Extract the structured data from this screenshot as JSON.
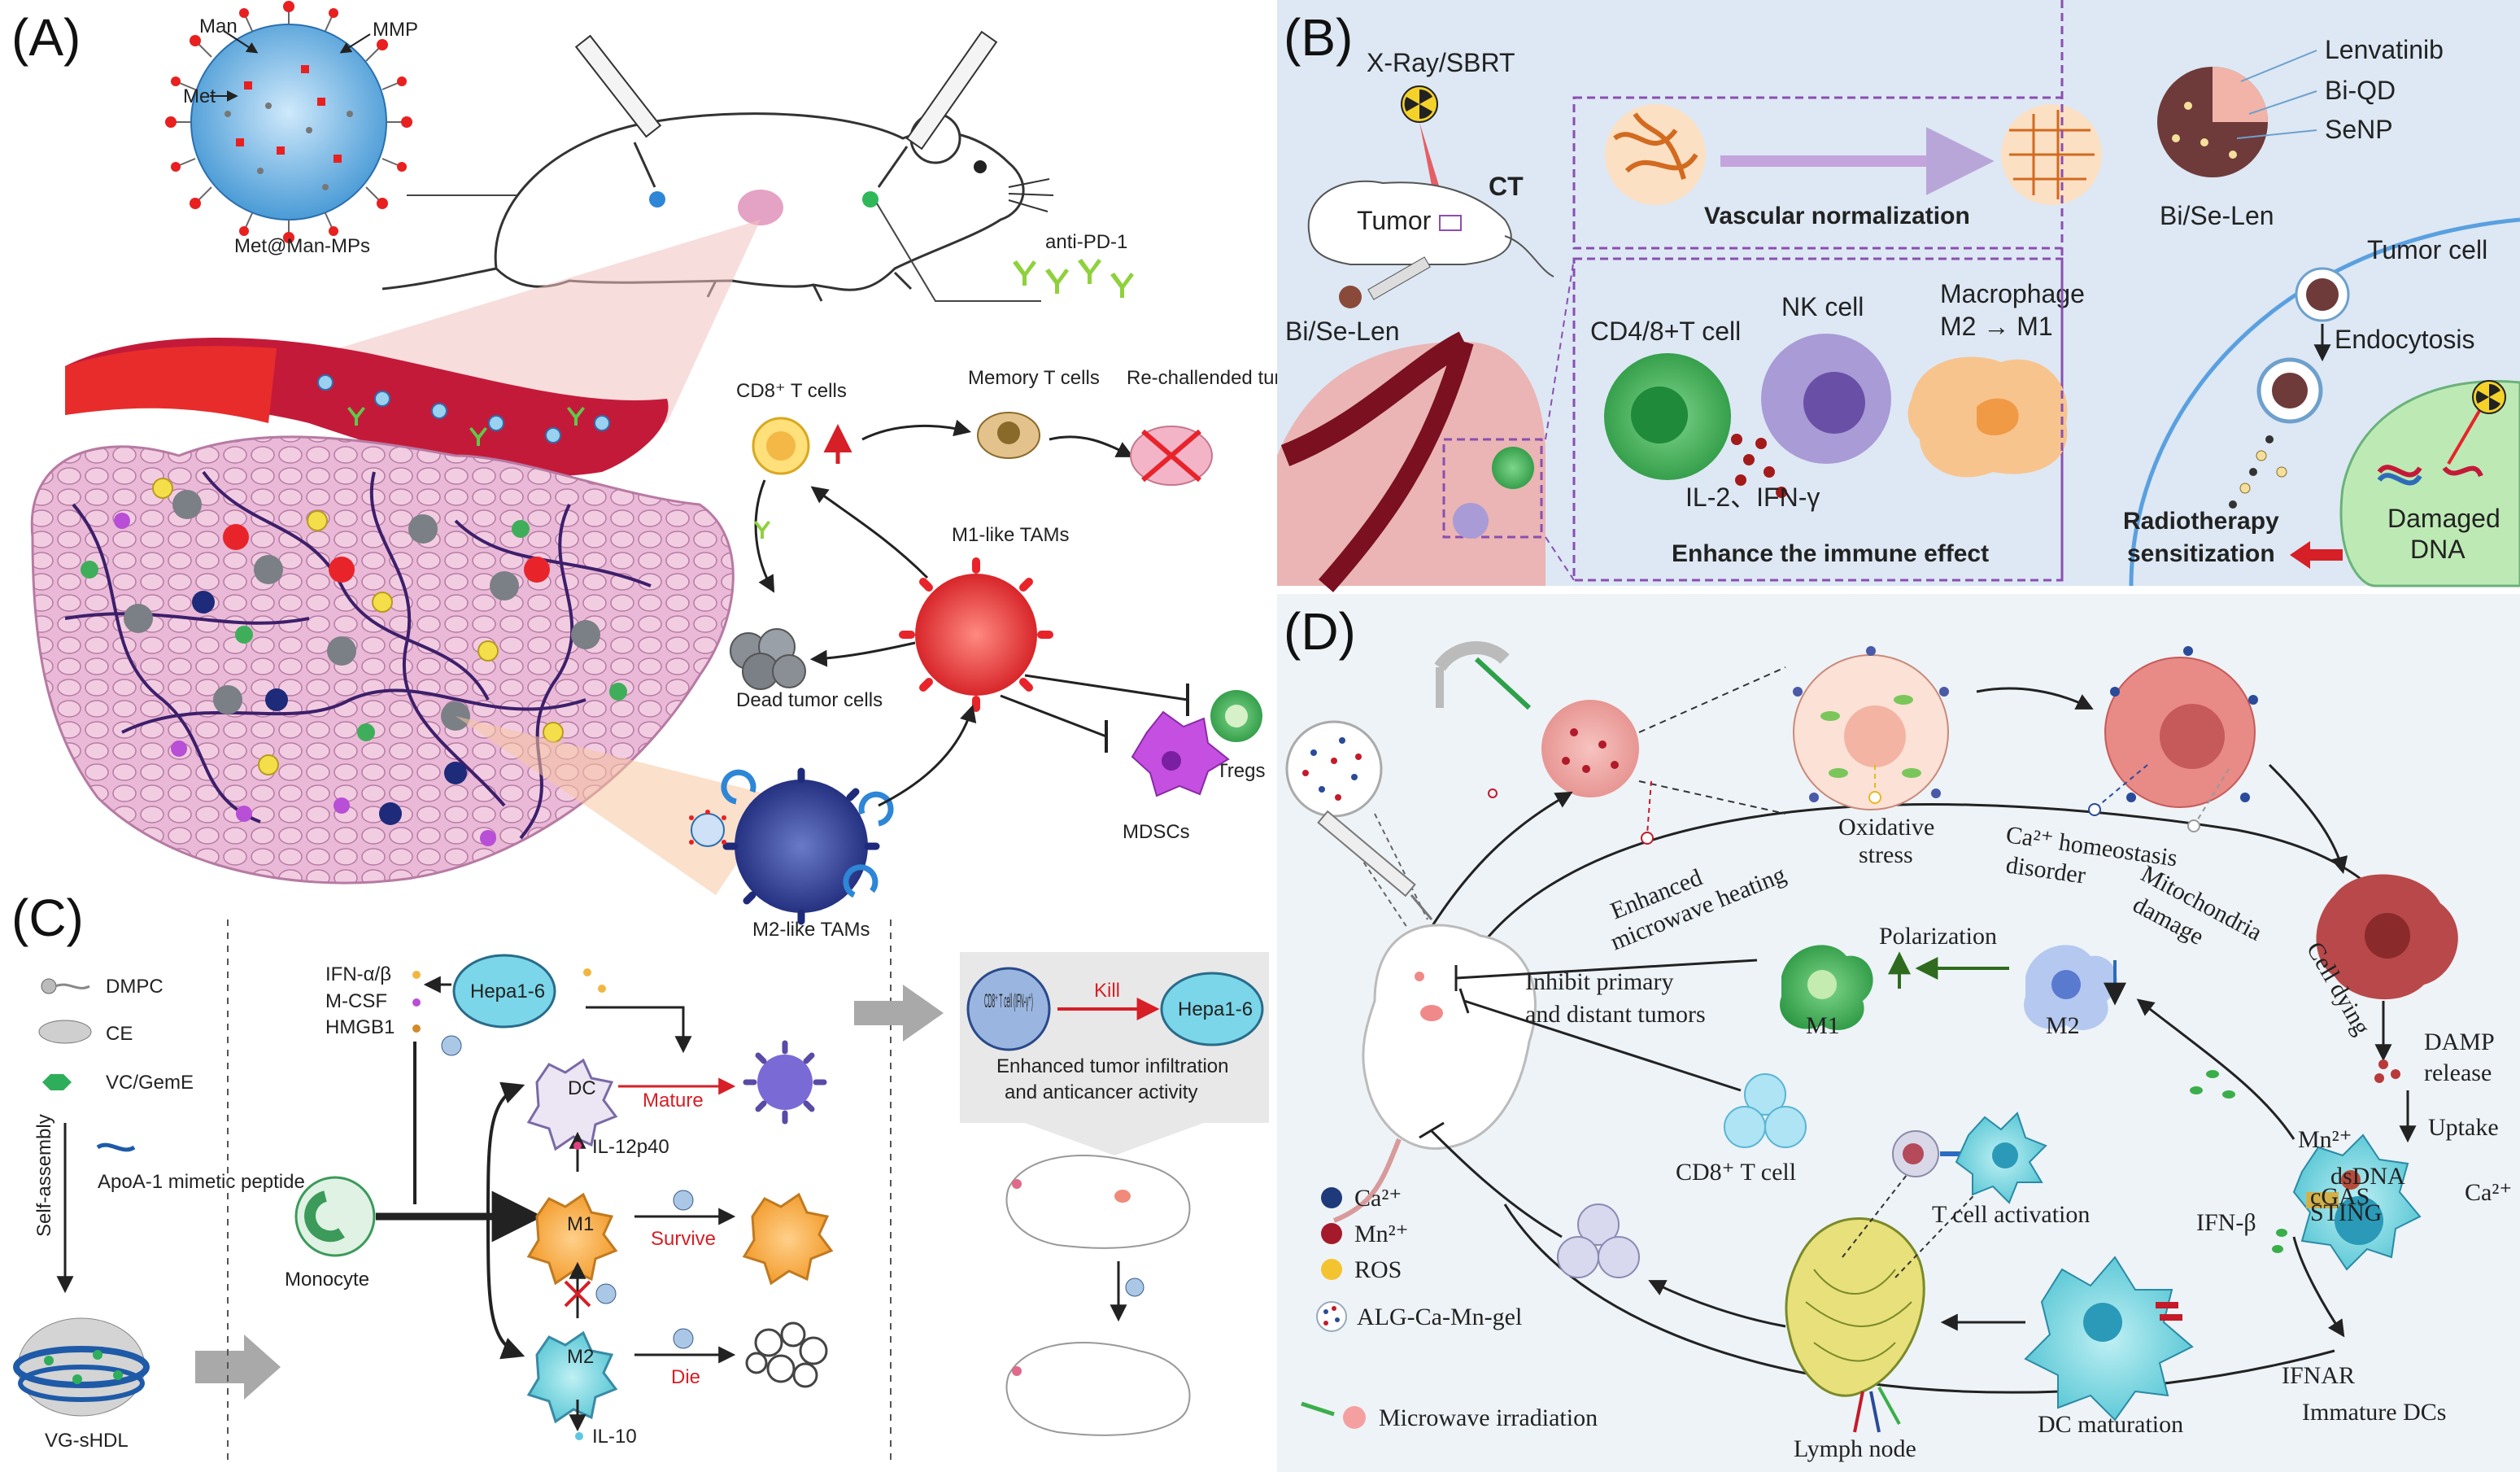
{
  "panels": {
    "a": {
      "label": "(A)",
      "particle_labels": {
        "man": "Man",
        "mmp": "MMP",
        "met": "Met",
        "name": "Met@Man-MPs"
      },
      "anti_pd1": "anti-PD-1",
      "cells": {
        "cd8": "CD8⁺ T cells",
        "memory": "Memory T cells",
        "rechallenged": "Re-challended tumor",
        "m1": "M1-like TAMs",
        "dead": "Dead tumor cells",
        "tregs": "Tregs",
        "mdscs": "MDSCs",
        "m2": "M2-like TAMs"
      }
    },
    "b": {
      "label": "(B)",
      "xray": "X-Ray/SBRT",
      "ct": "CT",
      "tumor": "Tumor",
      "bise": "Bi/Se-Len",
      "vascular": "Vascular normalization",
      "cd48": "CD4/8+T cell",
      "nk": "NK cell",
      "macrophage": "Macrophage",
      "m2m1": "M2 → M1",
      "il2": "IL-2、IFN-γ",
      "enhance": "Enhance the immune effect",
      "components": [
        "Lenvatinib",
        "Bi-QD",
        "SeNP"
      ],
      "bise_right": "Bi/Se-Len",
      "tumor_cell": "Tumor cell",
      "endocytosis": "Endocytosis",
      "radio1": "Radiotherapy",
      "radio2": "sensitization",
      "damaged1": "Damaged",
      "damaged2": "DNA"
    },
    "c": {
      "label": "(C)",
      "legend": [
        "DMPC",
        "CE",
        "VC/GemE"
      ],
      "apoa": "ApoA-1 mimetic peptide",
      "self_assembly": "Self-assembly",
      "vg": "VG-sHDL",
      "factors": [
        "IFN-α/β",
        "M-CSF",
        "HMGB1"
      ],
      "hepa": "Hepa1-6",
      "dc": "DC",
      "mature": "Mature",
      "il12": "IL-12p40",
      "m1": "M1",
      "survive": "Survive",
      "m2": "M2",
      "die": "Die",
      "il10": "IL-10",
      "monocyte": "Monocyte",
      "tcell": "CD8⁺ T cell (IFN-γ⁺)",
      "kill": "Kill",
      "enhanced1": "Enhanced tumor infiltration",
      "enhanced2": "and anticancer activity"
    },
    "d": {
      "label": "(D)",
      "enh1": "Enhanced",
      "enh2": "microwave heating",
      "oxidative1": "Oxidative",
      "oxidative2": "stress",
      "ca1": "Ca²⁺ homeostasis",
      "ca2": "disorder",
      "mito1": "Mitochondria",
      "mito2": "damage",
      "dying": "Cell dying",
      "damp1": "DAMP",
      "damp2": "release",
      "uptake": "Uptake",
      "mn": "Mn²⁺",
      "ca": "Ca²⁺",
      "dsdna": "dsDNA",
      "cgas": "cGAS",
      "sting": "STING",
      "ifnb": "IFN-β",
      "ifnar": "IFNAR",
      "immature": "Immature DCs",
      "dc_mat": "DC maturation",
      "lymph": "Lymph node",
      "tact": "T cell activation",
      "cd8": "CD8⁺ T cell",
      "polar": "Polarization",
      "m1": "M1",
      "m2": "M2",
      "inhibit1": "Inhibit primary",
      "inhibit2": "and distant tumors",
      "legend": [
        "Ca²⁺",
        "Mn²⁺",
        "ROS",
        "ALG-Ca-Mn-gel",
        "Microwave irradiation"
      ]
    }
  },
  "colors": {
    "m1_red": "#e8242a",
    "tumor_pink": "#e8b8d6",
    "vessel_red": "#c41a3a",
    "green_cell": "#3fae5a",
    "panel_b_bg": "#dde8f4",
    "panel_d_bg": "#eef3f7",
    "dashed_purple": "#8a4fb0",
    "arrow_red": "#d61f26"
  }
}
